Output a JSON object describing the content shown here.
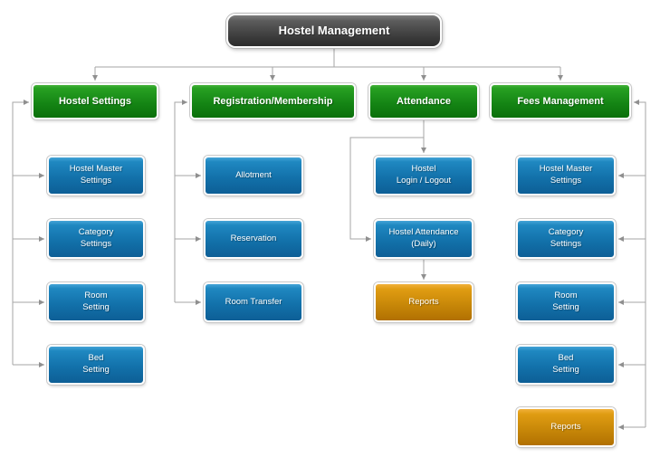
{
  "diagram": {
    "root": {
      "label": "Hostel Management"
    },
    "columns": [
      {
        "header": {
          "label": "Hostel Settings"
        },
        "children": [
          {
            "label": "Hostel Master\nSettings",
            "variant": "blue"
          },
          {
            "label": "Category\nSettings",
            "variant": "blue"
          },
          {
            "label": "Room\nSetting",
            "variant": "blue"
          },
          {
            "label": "Bed\nSetting",
            "variant": "blue"
          }
        ]
      },
      {
        "header": {
          "label": "Registration/Membership"
        },
        "children": [
          {
            "label": "Allotment",
            "variant": "blue"
          },
          {
            "label": "Reservation",
            "variant": "blue"
          },
          {
            "label": "Room Transfer",
            "variant": "blue"
          }
        ]
      },
      {
        "header": {
          "label": "Attendance"
        },
        "children": [
          {
            "label": "Hostel\nLogin / Logout",
            "variant": "blue"
          },
          {
            "label": "Hostel Attendance\n(Daily)",
            "variant": "blue"
          },
          {
            "label": "Reports",
            "variant": "orange"
          }
        ]
      },
      {
        "header": {
          "label": "Fees Management"
        },
        "children": [
          {
            "label": "Hostel Master\nSettings",
            "variant": "blue"
          },
          {
            "label": "Category\nSettings",
            "variant": "blue"
          },
          {
            "label": "Room\nSetting",
            "variant": "blue"
          },
          {
            "label": "Bed\nSetting",
            "variant": "blue"
          },
          {
            "label": "Reports",
            "variant": "orange"
          }
        ]
      }
    ],
    "colors": {
      "green_top": "#45b23a",
      "green_bottom": "#0a6f0a",
      "blue_top": "#45a4d7",
      "blue_bottom": "#0d5f96",
      "orange_top": "#f0b03a",
      "orange_bottom": "#b17002",
      "root_top": "#7d7d7d",
      "root_bottom": "#2d2d2d",
      "connector": "#a5a5a5"
    }
  }
}
